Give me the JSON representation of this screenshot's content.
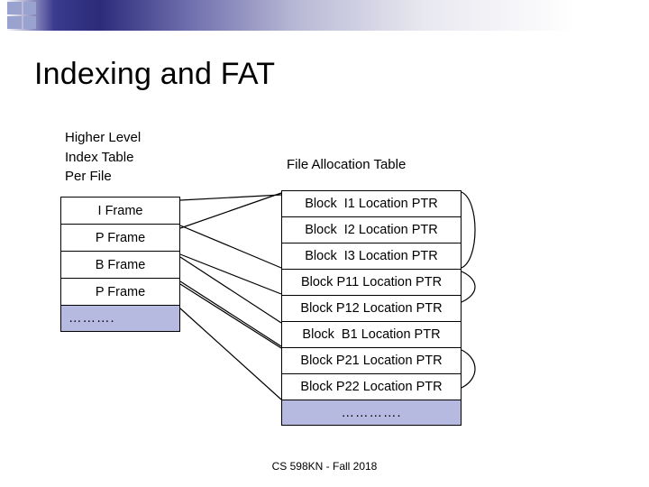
{
  "slide": {
    "title": "Indexing and FAT",
    "footer": "CS 598KN - Fall 2018"
  },
  "index_table": {
    "label": "Higher Level\nIndex Table\nPer File",
    "label_lines": [
      "Higher Level",
      "Index Table",
      "Per File"
    ],
    "rows": [
      {
        "text": "I Frame"
      },
      {
        "text": "P Frame"
      },
      {
        "text": "B Frame"
      },
      {
        "text": "P Frame"
      },
      {
        "text": "………."
      }
    ]
  },
  "fat": {
    "label": "File Allocation Table",
    "rows": [
      {
        "text": "Block  I1 Location PTR"
      },
      {
        "text": "Block  I2 Location PTR"
      },
      {
        "text": "Block  I3 Location PTR"
      },
      {
        "text": "Block P11 Location PTR"
      },
      {
        "text": "Block P12 Location PTR"
      },
      {
        "text": "Block  B1 Location PTR"
      },
      {
        "text": "Block P21 Location PTR"
      },
      {
        "text": "Block P22 Location PTR"
      },
      {
        "text": "…………."
      }
    ]
  },
  "colors": {
    "highlight_row": "#b6b9e0",
    "border": "#000000",
    "background": "#ffffff",
    "topbar_dark": "#2b2b7a"
  }
}
